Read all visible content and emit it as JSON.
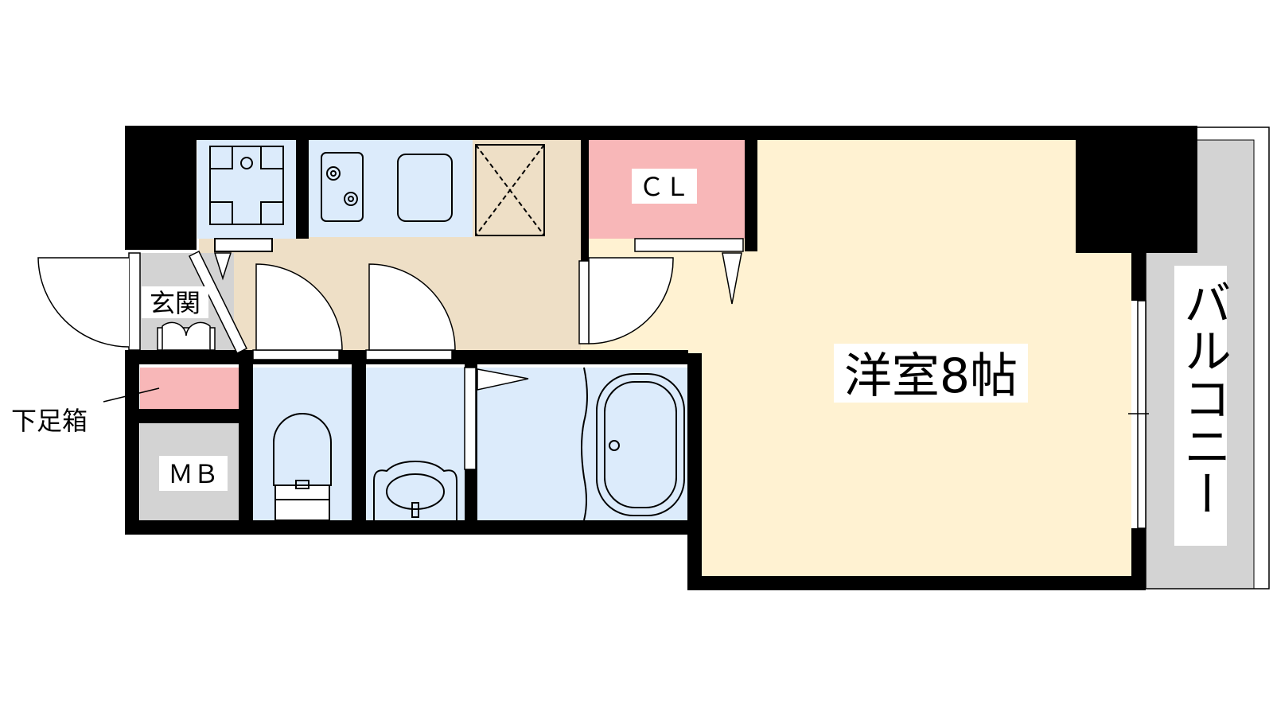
{
  "floor_plan": {
    "rooms": {
      "western_room": "洋室8帖",
      "closet": "ＣＬ",
      "entrance": "玄関",
      "shoe_box": "下足箱",
      "meter_box": "ＭＢ",
      "balcony": "バルコニー"
    },
    "colors": {
      "wall": "#000000",
      "western_room": "#FFF2D2",
      "kitchen": "#EEDFC6",
      "wet_area": "#DCEBFB",
      "closet": "#F8B7B8",
      "entrance": "#D3D3D3",
      "balcony": "#D3D3D3"
    }
  }
}
